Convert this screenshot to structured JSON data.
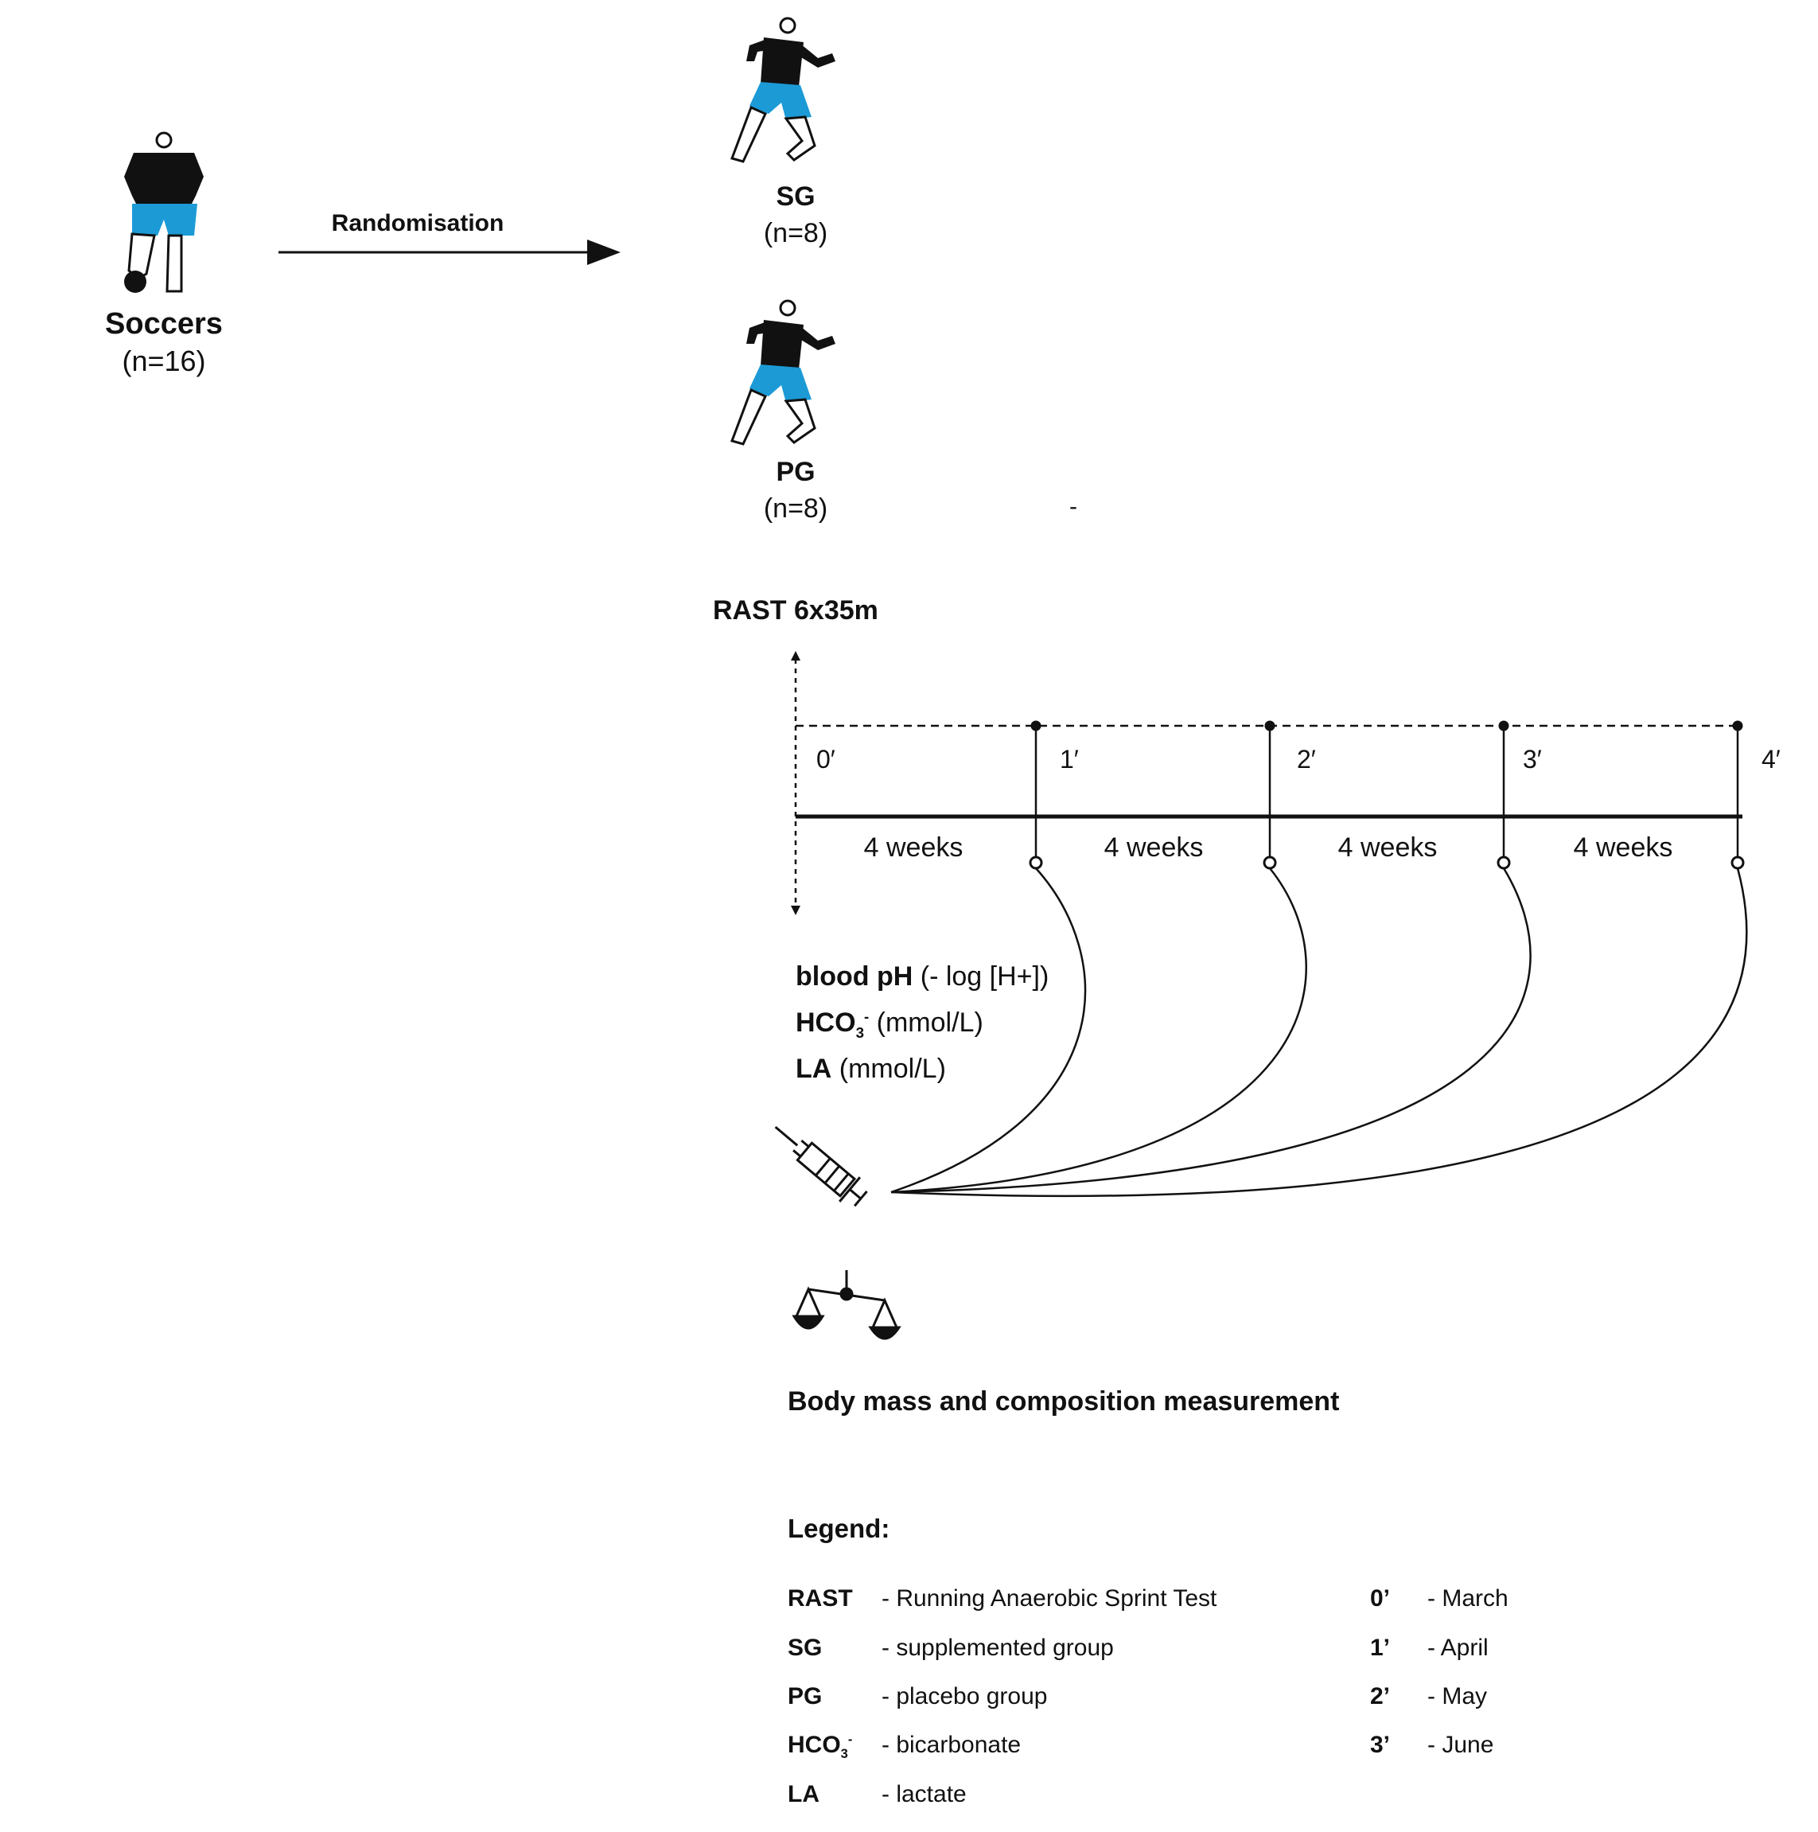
{
  "colors": {
    "ink": "#111111",
    "shorts": "#1c9ad6",
    "background": "#ffffff"
  },
  "participants": {
    "label": "Soccers",
    "count": "(n=16)",
    "icon": "soccer-player-with-ball-icon"
  },
  "randomisation": {
    "label": "Randomisation",
    "icon": "arrow-right-icon"
  },
  "groups": [
    {
      "label": "SG",
      "count": "(n=8)",
      "icon": "sprinting-player-icon"
    },
    {
      "label": "PG",
      "count": "(n=8)",
      "icon": "sprinting-player-icon"
    }
  ],
  "stray_mark": "-",
  "timeline": {
    "test_label": "RAST 6x35m",
    "timepoints": [
      "0′",
      "1′",
      "2′",
      "3′",
      "4′"
    ],
    "intervals": [
      "4 weeks",
      "4 weeks",
      "4 weeks",
      "4 weeks"
    ]
  },
  "measures": {
    "blood_ph": {
      "bold": "blood pH",
      "unit": "(- log [H+])"
    },
    "hco3": {
      "bold": "HCO",
      "sub": "3",
      "sup": "-",
      "unit": "(mmol/L)"
    },
    "la": {
      "bold": "LA",
      "unit": "(mmol/L)"
    },
    "icon": "syringe-icon"
  },
  "body_mass": {
    "label": "Body mass and composition measurement",
    "icon": "balance-scale-icon"
  },
  "legend": {
    "title": "Legend:",
    "abbreviations": [
      {
        "term": "RAST",
        "desc": "- Running Anaerobic Sprint Test"
      },
      {
        "term": "SG",
        "desc": "- supplemented group"
      },
      {
        "term": "PG",
        "desc": "- placebo group"
      },
      {
        "term": "HCO",
        "term_sub": "3",
        "term_sup": "-",
        "desc": "- bicarbonate"
      },
      {
        "term": "LA",
        "desc": "- lactate"
      }
    ],
    "months": [
      {
        "term": "0’",
        "desc": "- March"
      },
      {
        "term": "1’",
        "desc": "- April"
      },
      {
        "term": "2’",
        "desc": "- May"
      },
      {
        "term": "3’",
        "desc": "- June"
      }
    ]
  }
}
